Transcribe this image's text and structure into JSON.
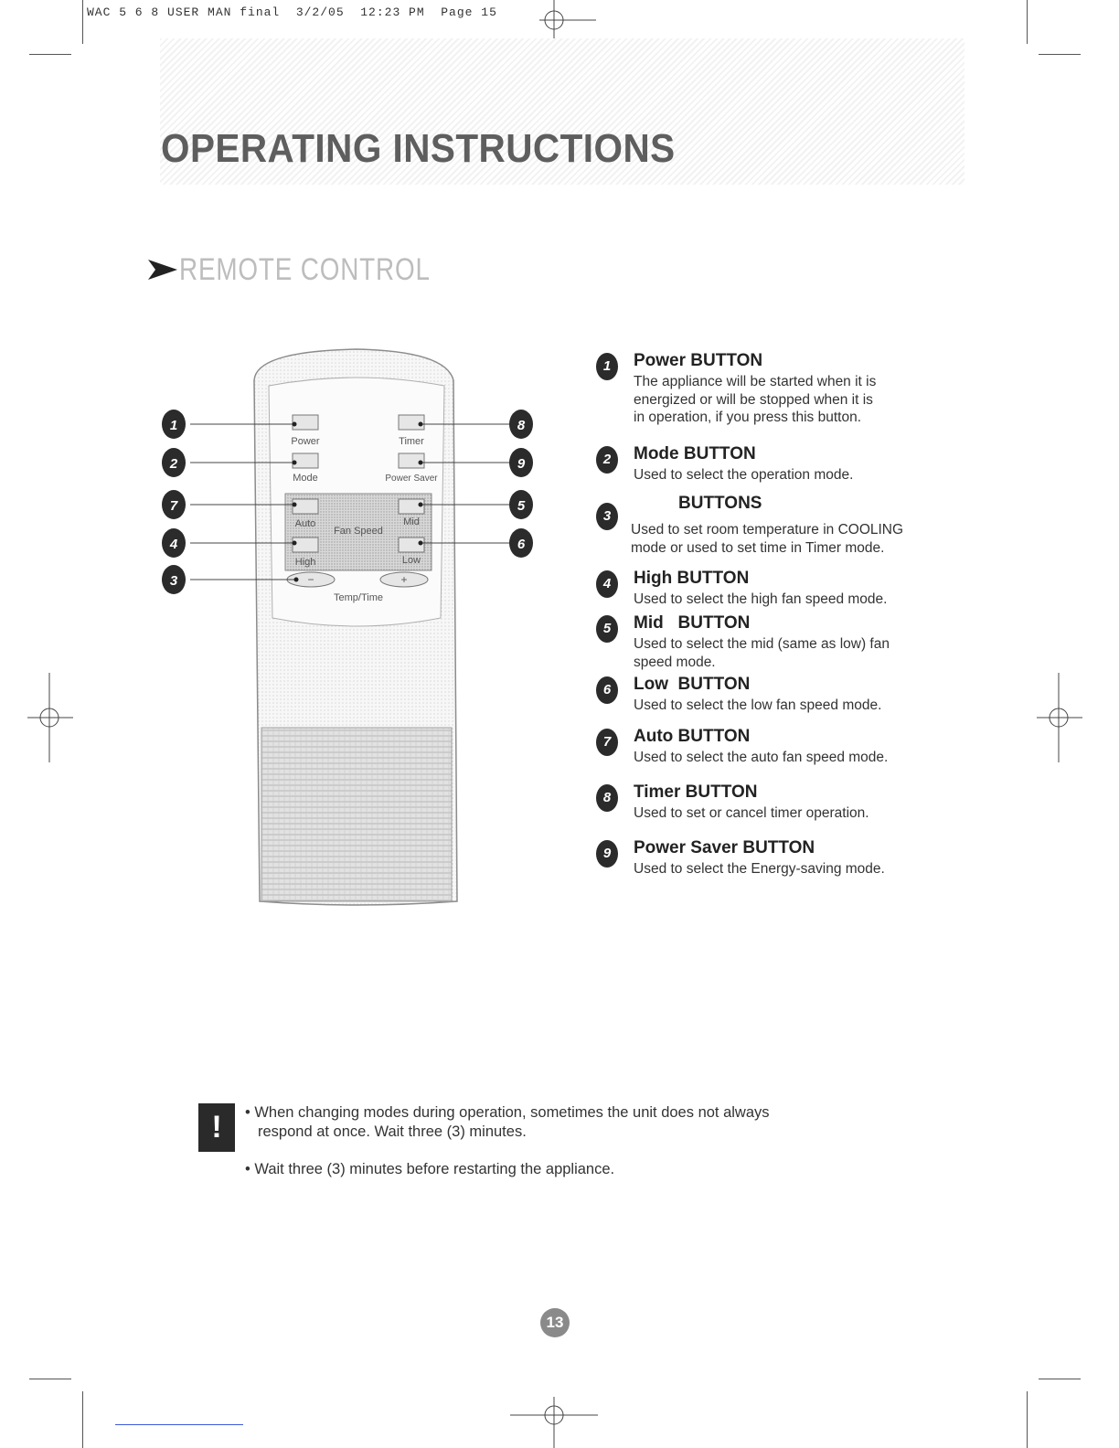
{
  "print_header": "WAC 5 6 8 USER MAN final  3/2/05  12:23 PM  Page 15",
  "page_title": "OPERATING INSTRUCTIONS",
  "section_title": "REMOTE CONTROL",
  "remote": {
    "labels": {
      "power": "Power",
      "timer": "Timer",
      "mode": "Mode",
      "power_saver": "Power Saver",
      "auto": "Auto",
      "mid": "Mid",
      "fan_speed": "Fan Speed",
      "high": "High",
      "low": "Low",
      "minus": "−",
      "plus": "+",
      "temp_time": "Temp/Time"
    },
    "callouts": {
      "power": "1",
      "mode": "2",
      "auto": "7",
      "high": "4",
      "temp": "3",
      "timer": "8",
      "power_saver": "9",
      "mid": "5",
      "low": "6"
    }
  },
  "items": [
    {
      "num": "1",
      "title": "Power BUTTON",
      "lines": [
        "The appliance will be started when it is",
        "energized or will be stopped when it is",
        "in operation, if you press this button."
      ]
    },
    {
      "num": "2",
      "title": "Mode BUTTON",
      "lines": [
        "Used to select the operation mode."
      ]
    },
    {
      "num": "3",
      "title": "BUTTONS",
      "lines": [
        "Used to set room temperature in COOLING",
        "mode or used to set  time in Timer mode."
      ]
    },
    {
      "num": "4",
      "title": "High BUTTON",
      "lines": [
        "Used to select the high fan speed  mode."
      ]
    },
    {
      "num": "5",
      "title": "Mid   BUTTON",
      "lines": [
        "Used to select the mid (same as low) fan",
        "speed  mode."
      ]
    },
    {
      "num": "6",
      "title": "Low  BUTTON",
      "lines": [
        "Used to select the low fan speed mode."
      ]
    },
    {
      "num": "7",
      "title": "Auto BUTTON",
      "lines": [
        "Used to select the auto fan speed  mode."
      ]
    },
    {
      "num": "8",
      "title": "Timer BUTTON",
      "lines": [
        "Used to set or cancel timer operation."
      ]
    },
    {
      "num": "9",
      "title": "Power Saver BUTTON",
      "lines": [
        "Used to select the Energy-saving mode."
      ]
    }
  ],
  "notes": {
    "icon": "!",
    "note1_line1": "• When changing modes during operation, sometimes the unit does not always",
    "note1_line2": "respond at once. Wait three (3) minutes.",
    "note2": "• Wait three (3) minutes before restarting the appliance."
  },
  "page_number": "13",
  "colors": {
    "title": "#5e5e5e",
    "section_title": "#bdbdbd",
    "callout": "#2b2b2b"
  }
}
